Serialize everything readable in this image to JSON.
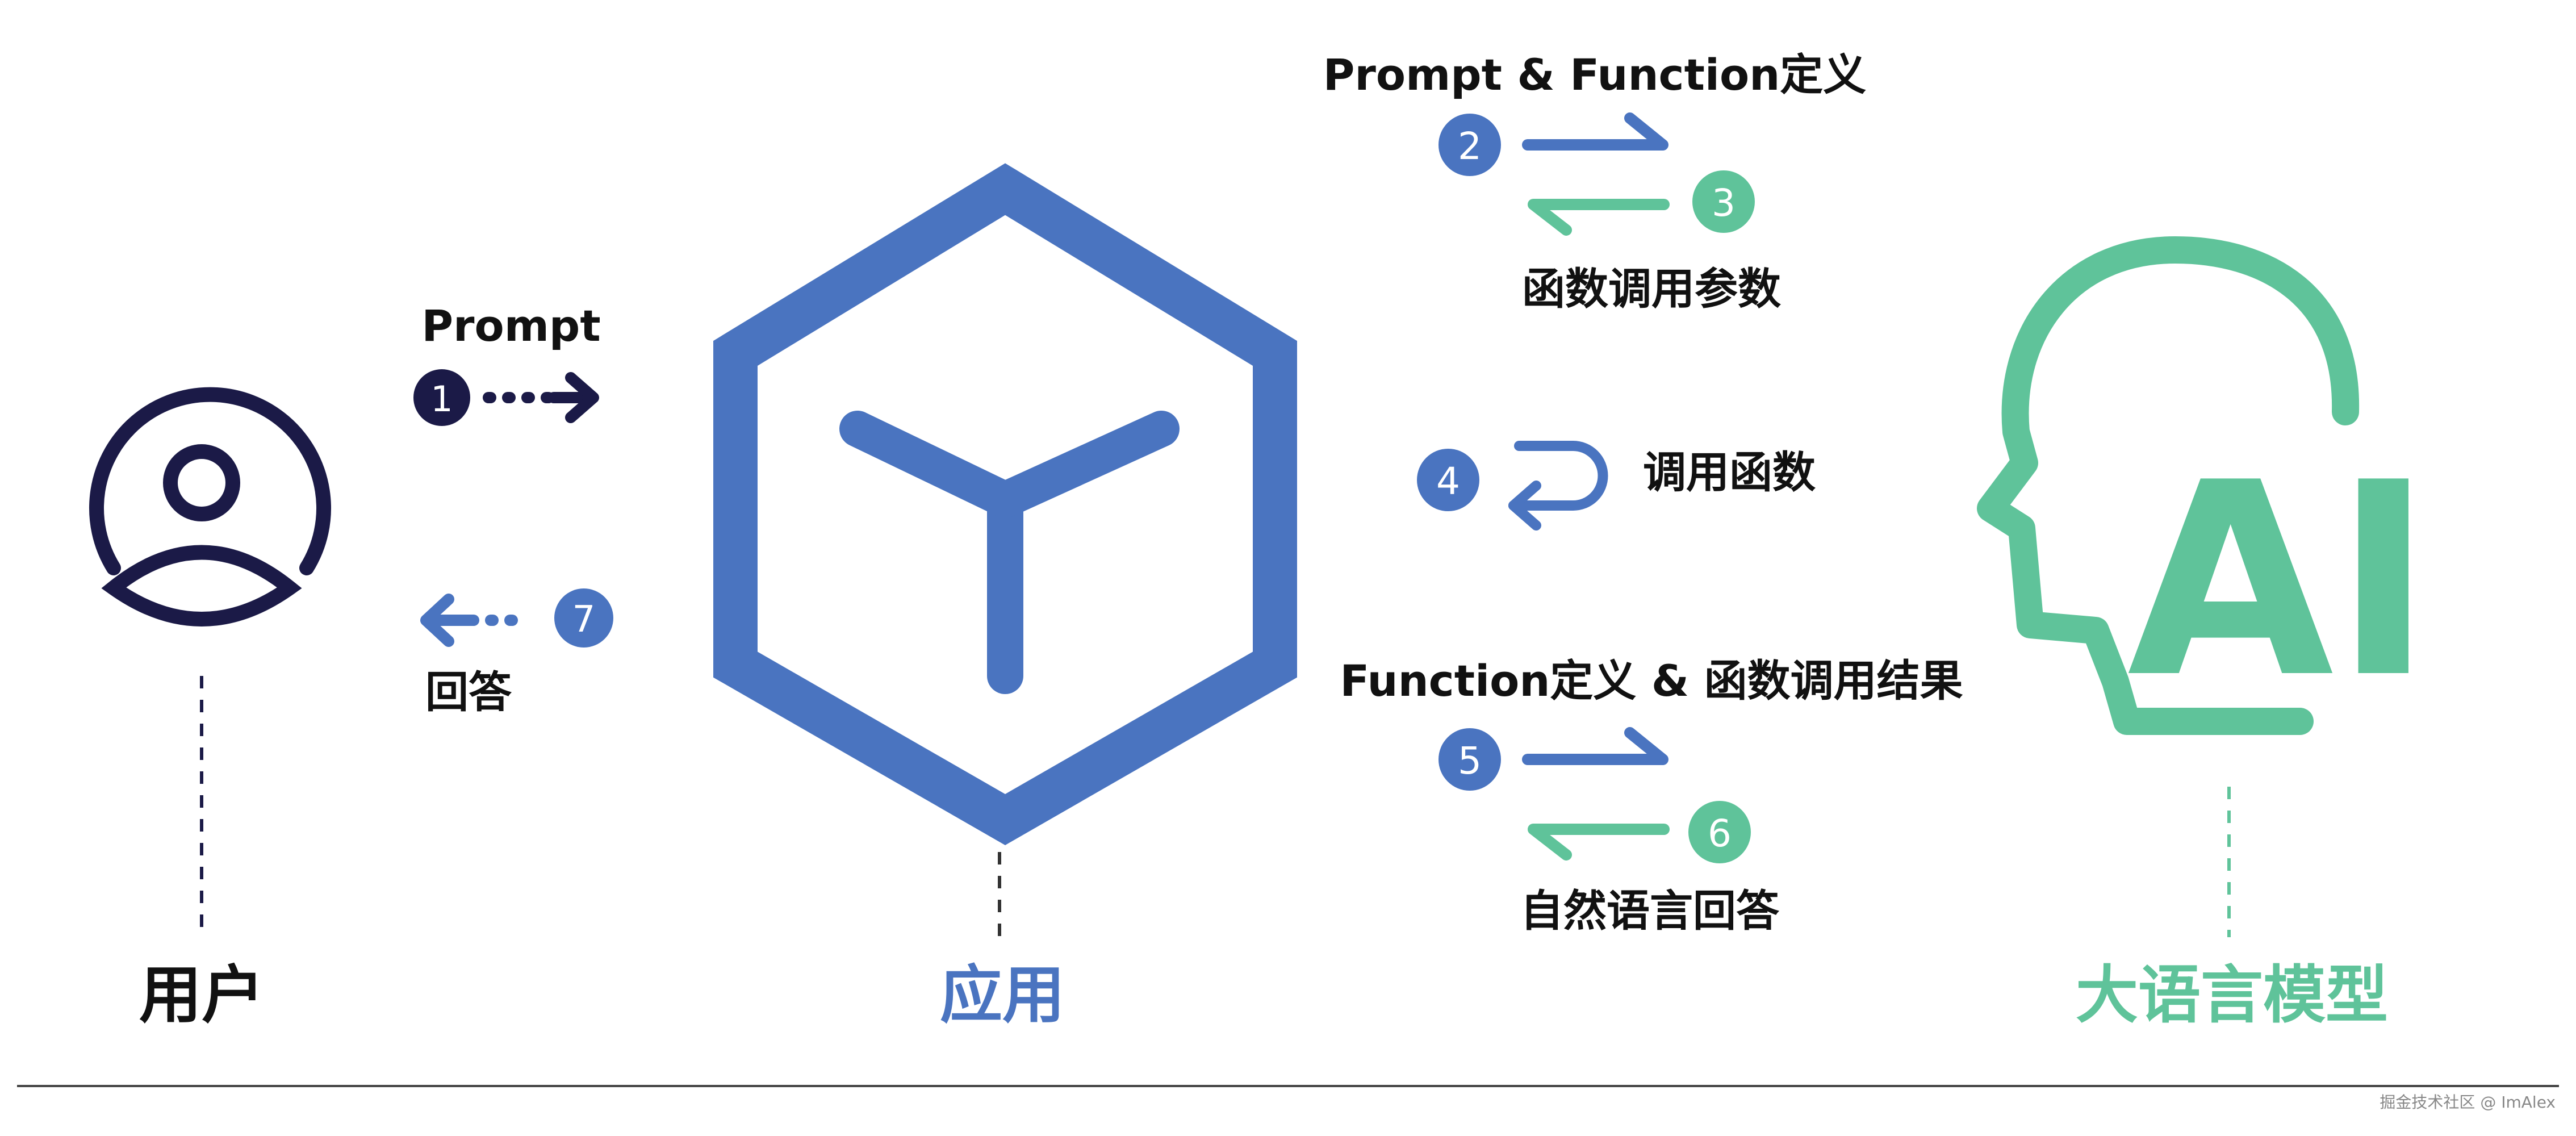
{
  "colors": {
    "navy": "#1b1a47",
    "blue": "#4a74c0",
    "green": "#5fc39a",
    "text": "#111111",
    "rule": "#333333",
    "watermark": "#888888"
  },
  "actors": {
    "user": {
      "label": "用户",
      "icon": "user-icon"
    },
    "app": {
      "label": "应用",
      "icon": "cube-icon"
    },
    "llm": {
      "label": "大语言模型",
      "icon": "ai-head-icon",
      "ai_text": "AI"
    }
  },
  "steps": [
    {
      "num": "1",
      "label": "Prompt"
    },
    {
      "num": "2",
      "label": "Prompt & Function定义"
    },
    {
      "num": "3",
      "label": "函数调用参数"
    },
    {
      "num": "4",
      "label": "调用函数"
    },
    {
      "num": "5",
      "label": "Function定义 & 函数调用结果"
    },
    {
      "num": "6",
      "label": "自然语言回答"
    },
    {
      "num": "7",
      "label": "回答"
    }
  ],
  "watermark": "掘金技术社区 @ ImAlex"
}
